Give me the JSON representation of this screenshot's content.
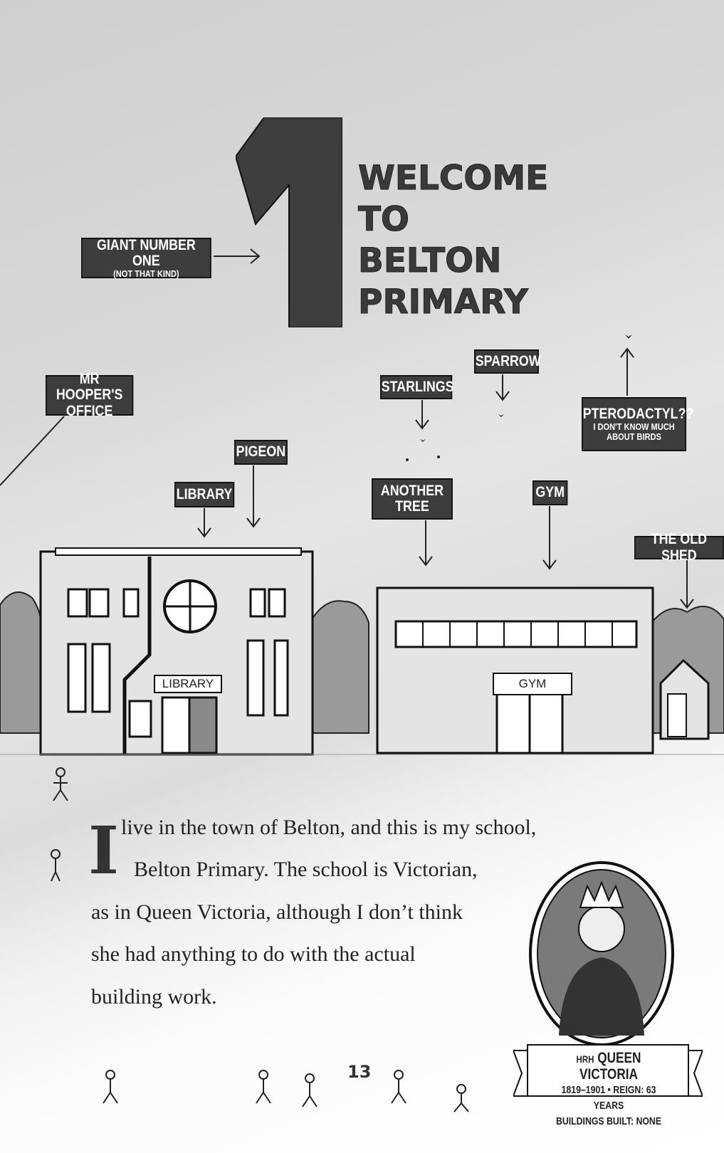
{
  "chapter": {
    "number": "1",
    "title_lines": [
      "WELCOME",
      "TO",
      "BELTON",
      "PRIMARY"
    ]
  },
  "labels": {
    "giant_number": {
      "main": "GIANT NUMBER ONE",
      "sub": "(NOT THAT KIND)"
    },
    "mr_hooper": {
      "line1": "MR HOOPER'S",
      "line2": "OFFICE"
    },
    "starlings": "STARLINGS",
    "sparrow": "SPARROW",
    "pterodactyl": {
      "main": "PTERODACTYL??",
      "sub1": "I DON'T KNOW MUCH",
      "sub2": "ABOUT BIRDS"
    },
    "pigeon": "PIGEON",
    "library": "LIBRARY",
    "another_tree": {
      "line1": "ANOTHER",
      "line2": "TREE"
    },
    "gym": "GYM",
    "old_shed": "THE OLD SHED"
  },
  "building_signs": {
    "library": "LIBRARY",
    "gym": "GYM"
  },
  "body": {
    "drop_cap": "I",
    "lines": [
      "live in the town of Belton, and this is my school,",
      "Belton Primary. The school is Victorian,",
      "as in Queen Victoria, although I don’t think",
      "she had anything to do with the actual",
      "building work."
    ]
  },
  "caption": {
    "prefix": "HRH",
    "name": "QUEEN VICTORIA",
    "line2": "1819–1901 • REIGN: 63 YEARS",
    "line3": "BUILDINGS BUILT: NONE"
  },
  "page_number": "13"
}
